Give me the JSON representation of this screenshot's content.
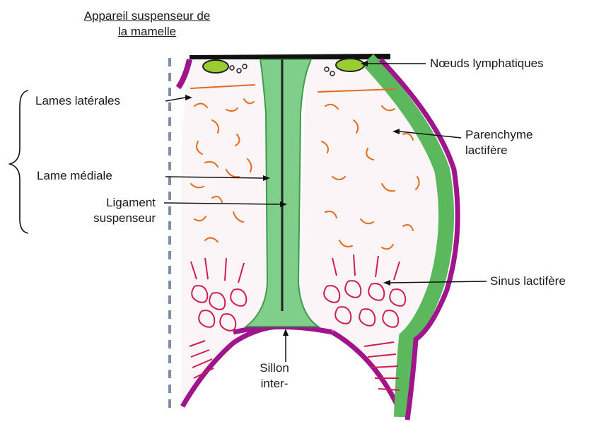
{
  "labels": {
    "title_line1": "Appareil suspenseur de",
    "title_line2": "la mamelle",
    "lames_laterales": "Lames latérales",
    "lame_mediale": "Lame médiale",
    "ligament_line1": "Ligament",
    "ligament_line2": "suspenseur",
    "noeuds_lymphatiques": "Nœuds lymphatiques",
    "parenchyme_line1": "Parenchyme",
    "parenchyme_line2": "lactifère",
    "sinus_lactifere": "Sinus lactifère",
    "sillon_line1": "Sillon",
    "sillon_line2": "inter-"
  },
  "colors": {
    "tissue_green": "#5cb85c",
    "border_purple": "#a0158c",
    "gland_orange": "#e36b1f",
    "sinus_red": "#cc1f4f",
    "lymph_node": "#9acd32",
    "body_wall": "#7f8ea8"
  }
}
